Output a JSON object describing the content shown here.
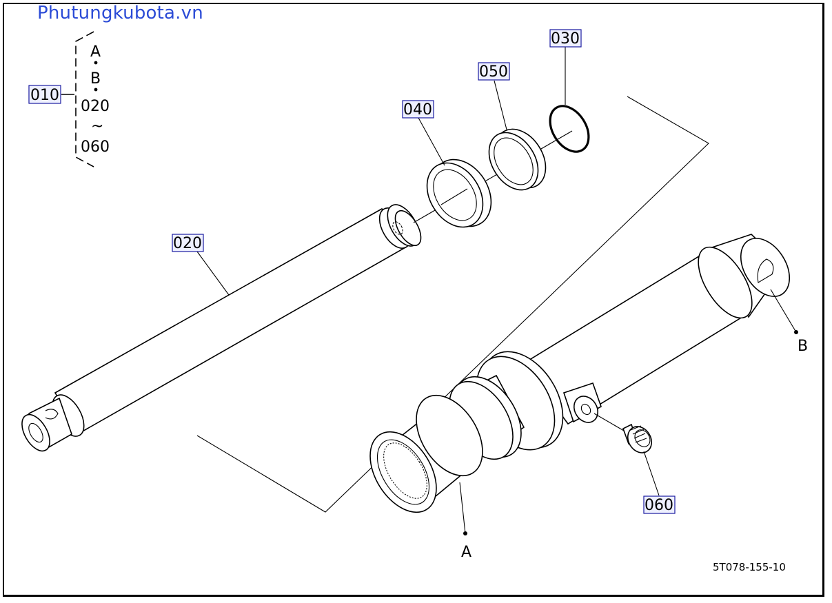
{
  "watermark": "Phutungkubota.vn",
  "drawing_code": "5T078-155-10",
  "assembly": {
    "number": "010",
    "contents": [
      "A",
      "B",
      "020",
      "~",
      "060"
    ]
  },
  "parts": [
    {
      "number": "020"
    },
    {
      "number": "040"
    },
    {
      "number": "050"
    },
    {
      "number": "030"
    },
    {
      "number": "060"
    }
  ],
  "points": {
    "a": "A",
    "b": "B"
  }
}
